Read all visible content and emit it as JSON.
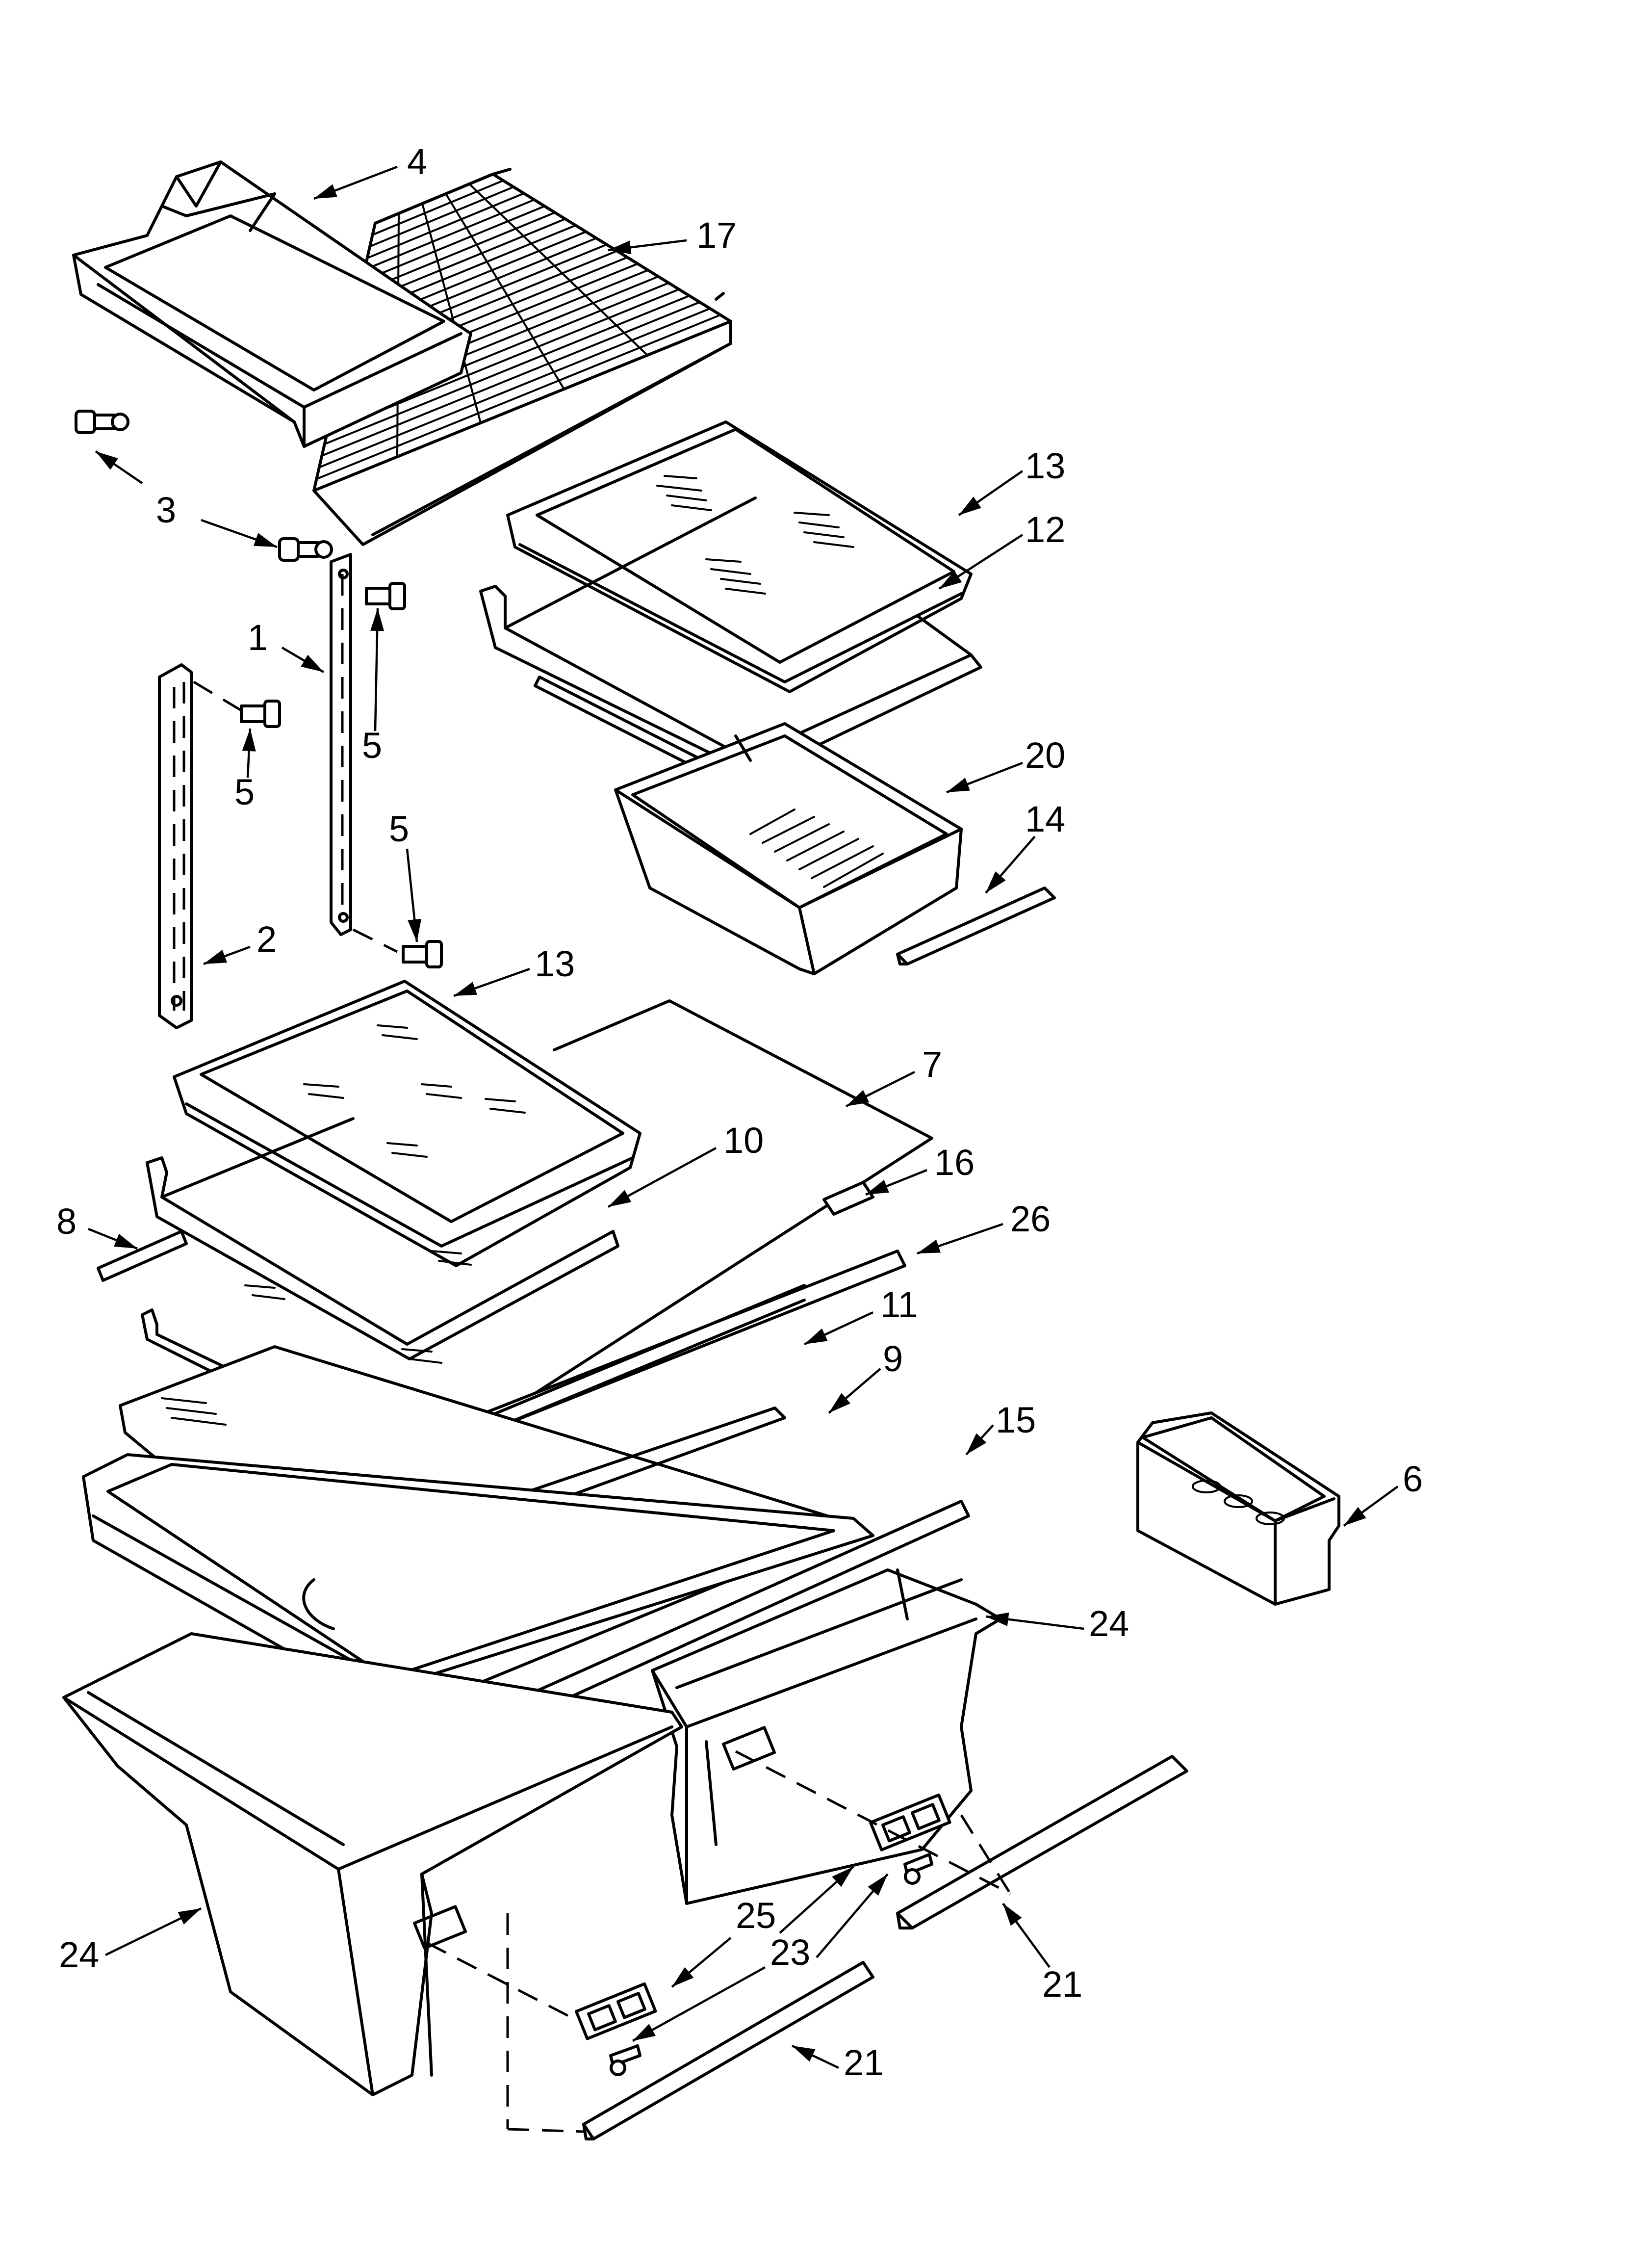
{
  "callouts": [
    {
      "id": "c4",
      "text": "4"
    },
    {
      "id": "c17",
      "text": "17"
    },
    {
      "id": "c3",
      "text": "3"
    },
    {
      "id": "c13a",
      "text": "13"
    },
    {
      "id": "c12",
      "text": "12"
    },
    {
      "id": "c1",
      "text": "1"
    },
    {
      "id": "c5a",
      "text": "5"
    },
    {
      "id": "c5b",
      "text": "5"
    },
    {
      "id": "c5c",
      "text": "5"
    },
    {
      "id": "c20",
      "text": "20"
    },
    {
      "id": "c14",
      "text": "14"
    },
    {
      "id": "c2",
      "text": "2"
    },
    {
      "id": "c13b",
      "text": "13"
    },
    {
      "id": "c7",
      "text": "7"
    },
    {
      "id": "c10",
      "text": "10"
    },
    {
      "id": "c16",
      "text": "16"
    },
    {
      "id": "c8",
      "text": "8"
    },
    {
      "id": "c26",
      "text": "26"
    },
    {
      "id": "c11",
      "text": "11"
    },
    {
      "id": "c9",
      "text": "9"
    },
    {
      "id": "c15",
      "text": "15"
    },
    {
      "id": "c6",
      "text": "6"
    },
    {
      "id": "c24a",
      "text": "24"
    },
    {
      "id": "c24b",
      "text": "24"
    },
    {
      "id": "c25",
      "text": "25"
    },
    {
      "id": "c23",
      "text": "23"
    },
    {
      "id": "c21a",
      "text": "21"
    },
    {
      "id": "c21b",
      "text": "21"
    }
  ],
  "colors": {
    "ink": "#000000",
    "paper": "#ffffff"
  }
}
